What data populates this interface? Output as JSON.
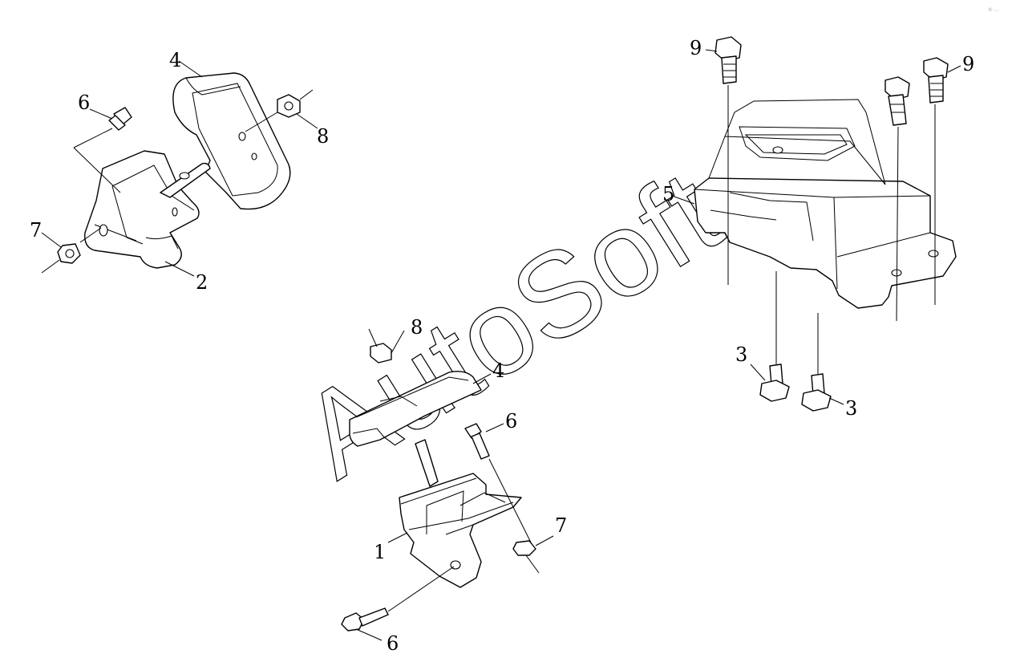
{
  "watermark": "AutoSoft",
  "corner_note": "© ...",
  "callouts": {
    "c1": "1",
    "c2": "2",
    "c3a": "3",
    "c3b": "3",
    "c4a": "4",
    "c4b": "4",
    "c5": "5",
    "c6a": "6",
    "c6b": "6",
    "c6c": "6",
    "c7a": "7",
    "c7b": "7",
    "c8a": "8",
    "c8b": "8",
    "c9a": "9",
    "c9b": "9"
  }
}
